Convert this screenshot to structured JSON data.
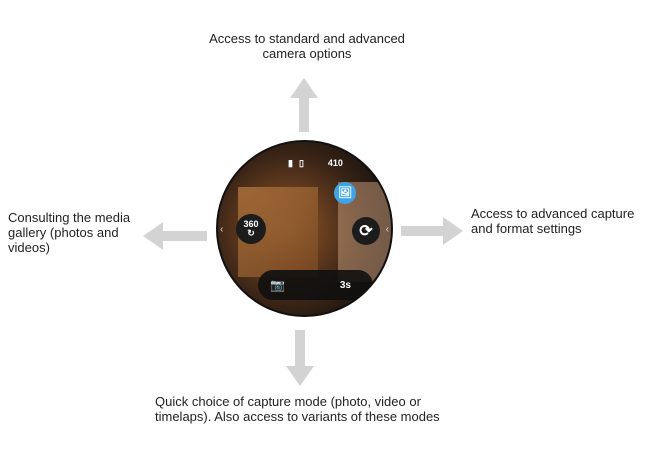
{
  "annotations": {
    "top": "Access to standard and advanced camera options",
    "left": "Consulting the media gallery (photos and videos)",
    "right": "Access to advanced capture and format settings",
    "bottom": "Quick choice of capture mode (photo, video or timelaps). Also access to variants of these modes"
  },
  "watch": {
    "shots_remaining": "410",
    "mode_360": "360",
    "timer": "3s",
    "gallery_accent": "#3da4e8"
  },
  "arrow_color": "#d3d3d3"
}
